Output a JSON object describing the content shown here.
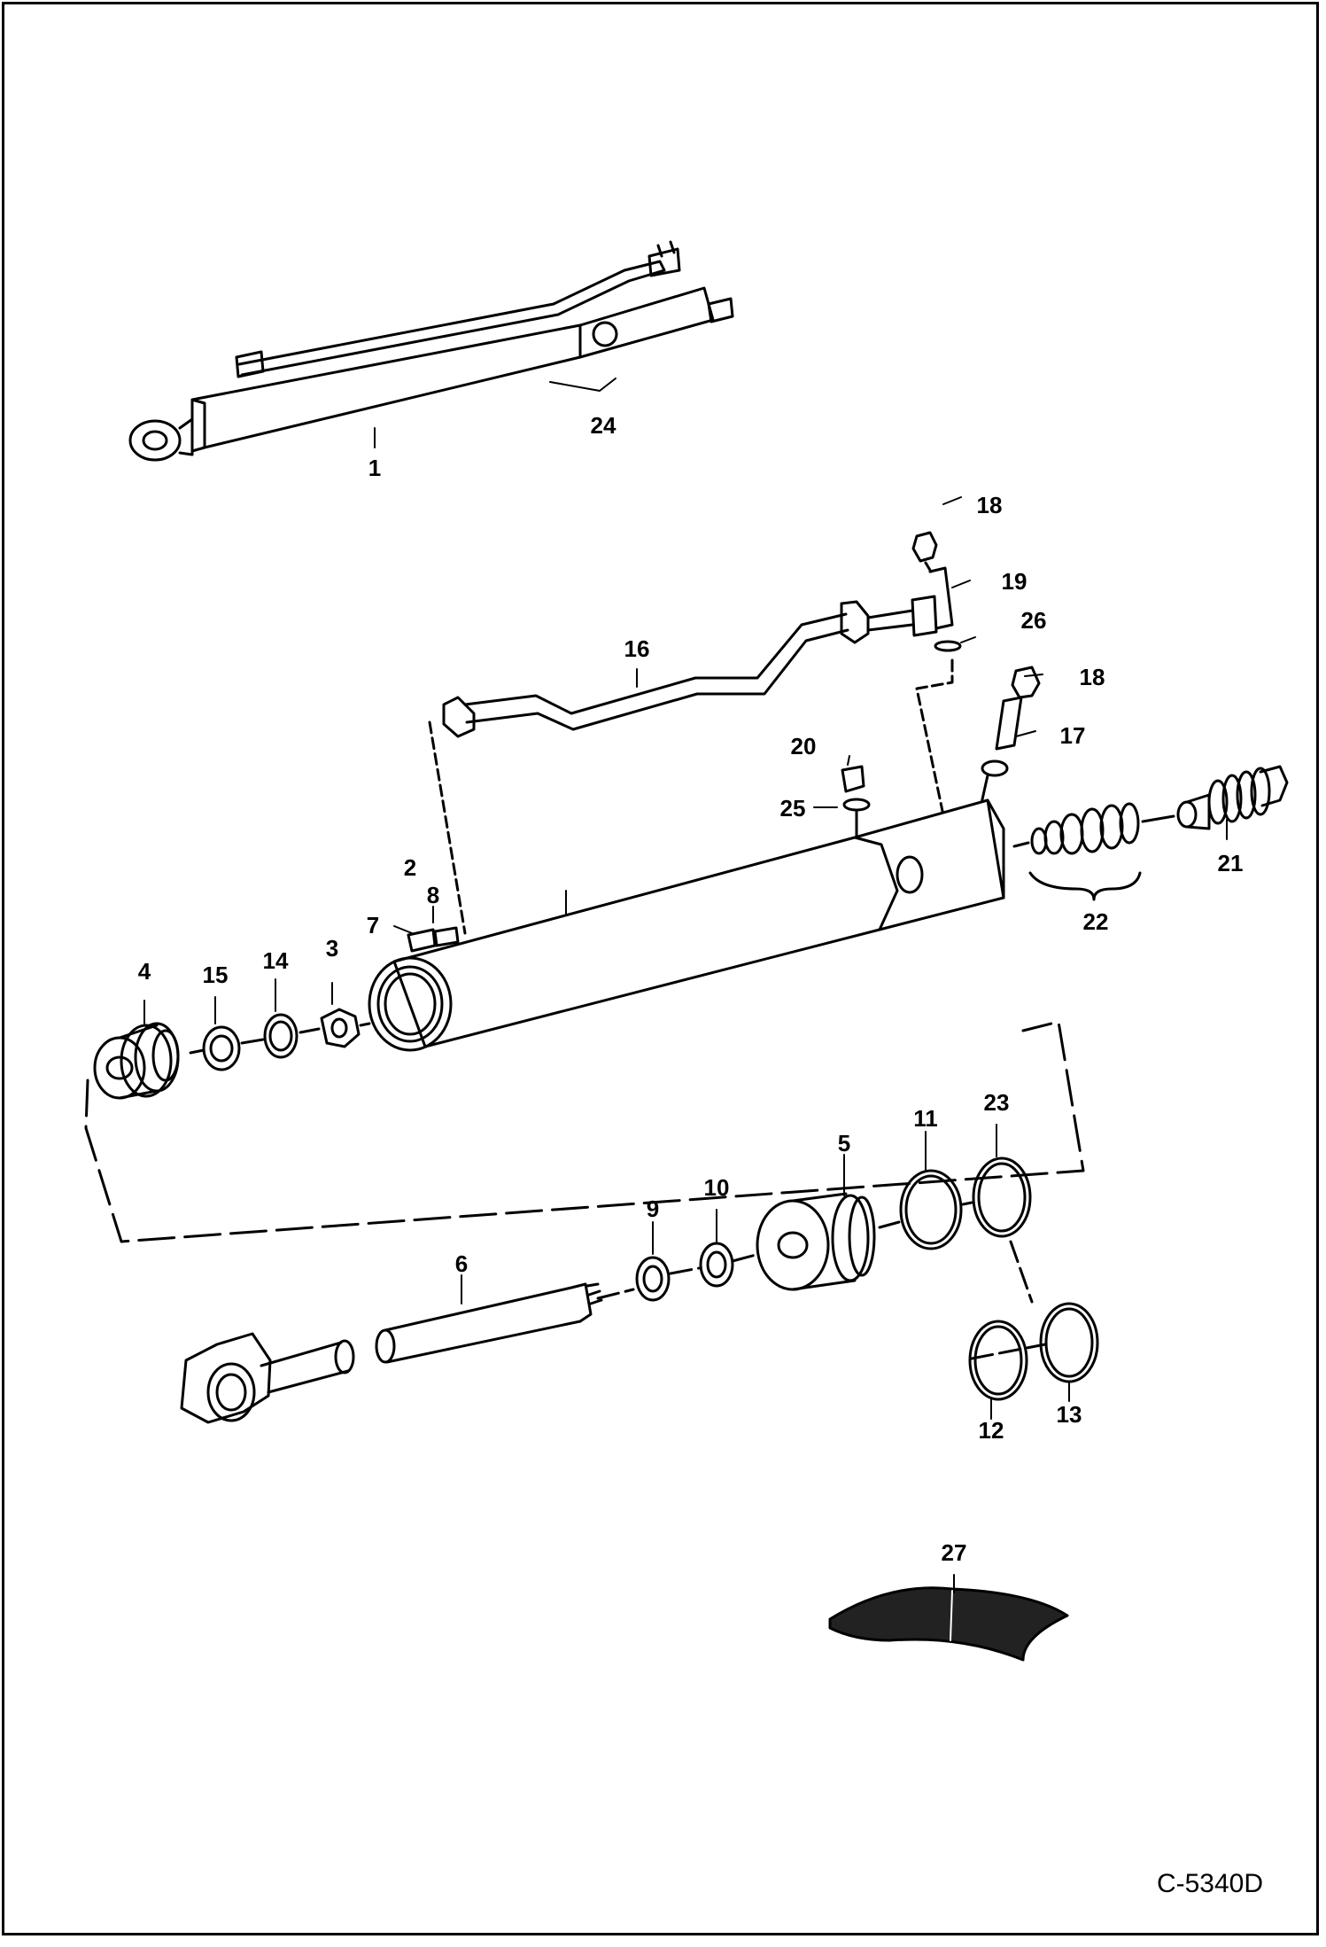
{
  "drawing_code": "C-5340D",
  "callouts": [
    "1",
    "2",
    "3",
    "4",
    "5",
    "6",
    "7",
    "8",
    "9",
    "10",
    "11",
    "12",
    "13",
    "14",
    "15",
    "16",
    "17",
    "18",
    "18",
    "19",
    "20",
    "21",
    "22",
    "23",
    "24",
    "25",
    "26",
    "27"
  ]
}
